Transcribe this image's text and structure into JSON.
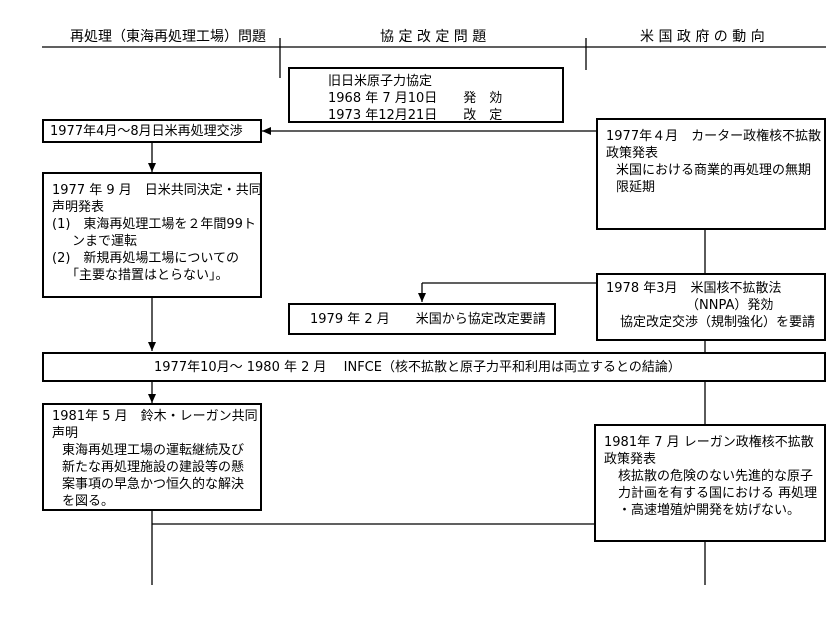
{
  "columns": {
    "left": "再処理（東海再処理工場）問題",
    "center": "協 定 改 定 問 題",
    "right": "米 国 政 府 の 動 向"
  },
  "old_agreement": {
    "title": "旧日米原子力協定",
    "line1": "1968 年 7 月10日　　発　効",
    "line2": "1973 年12月21日　　改　定"
  },
  "negotiation_1977": "1977年4月～8月日米再処理交渉",
  "carter_1977": {
    "line1": "1977年４月　カーター政権核不拡散",
    "line2": "政策発表",
    "line3": "米国における商業的再処理の無期",
    "line4": "限延期"
  },
  "joint_1977": {
    "line1": "1977 年 9 月　日米共同決定・共同",
    "line2": "声明発表",
    "line3": "(1)　東海再処理工場を２年間99ト",
    "line4": "ンまで運転",
    "line5": "(2)　新規再処場工場についての",
    "line6": "「主要な措置はとらない」。"
  },
  "nnpa_1978": {
    "line1": "1978 年3月　米国核不拡散法",
    "line2": "（NNPA）発効",
    "line3": "協定改定交渉（規制強化）を要請"
  },
  "request_1979": "1979 年 2 月　　米国から協定改定要請",
  "infce": "1977年10月～ 1980 年 2 月　 INFCE（核不拡散と原子力平和利用は両立するとの結論）",
  "suzuki_1981": {
    "line1": "1981年 5 月　鈴木・レーガン共同",
    "line2": "声明",
    "line3": "東海再処理工場の運転継続及び",
    "line4": "新たな再処理施設の建設等の懸",
    "line5": "案事項の早急かつ恒久的な解決",
    "line6": "を図る。"
  },
  "reagan_1981": {
    "line1": "1981年 7 月 レーガン政権核不拡散",
    "line2": "政策発表",
    "line3": "核拡散の危険のない先進的な原子",
    "line4": "力計画を有する国における 再処理",
    "line5": "・高速増殖炉開発を妨げない。"
  }
}
